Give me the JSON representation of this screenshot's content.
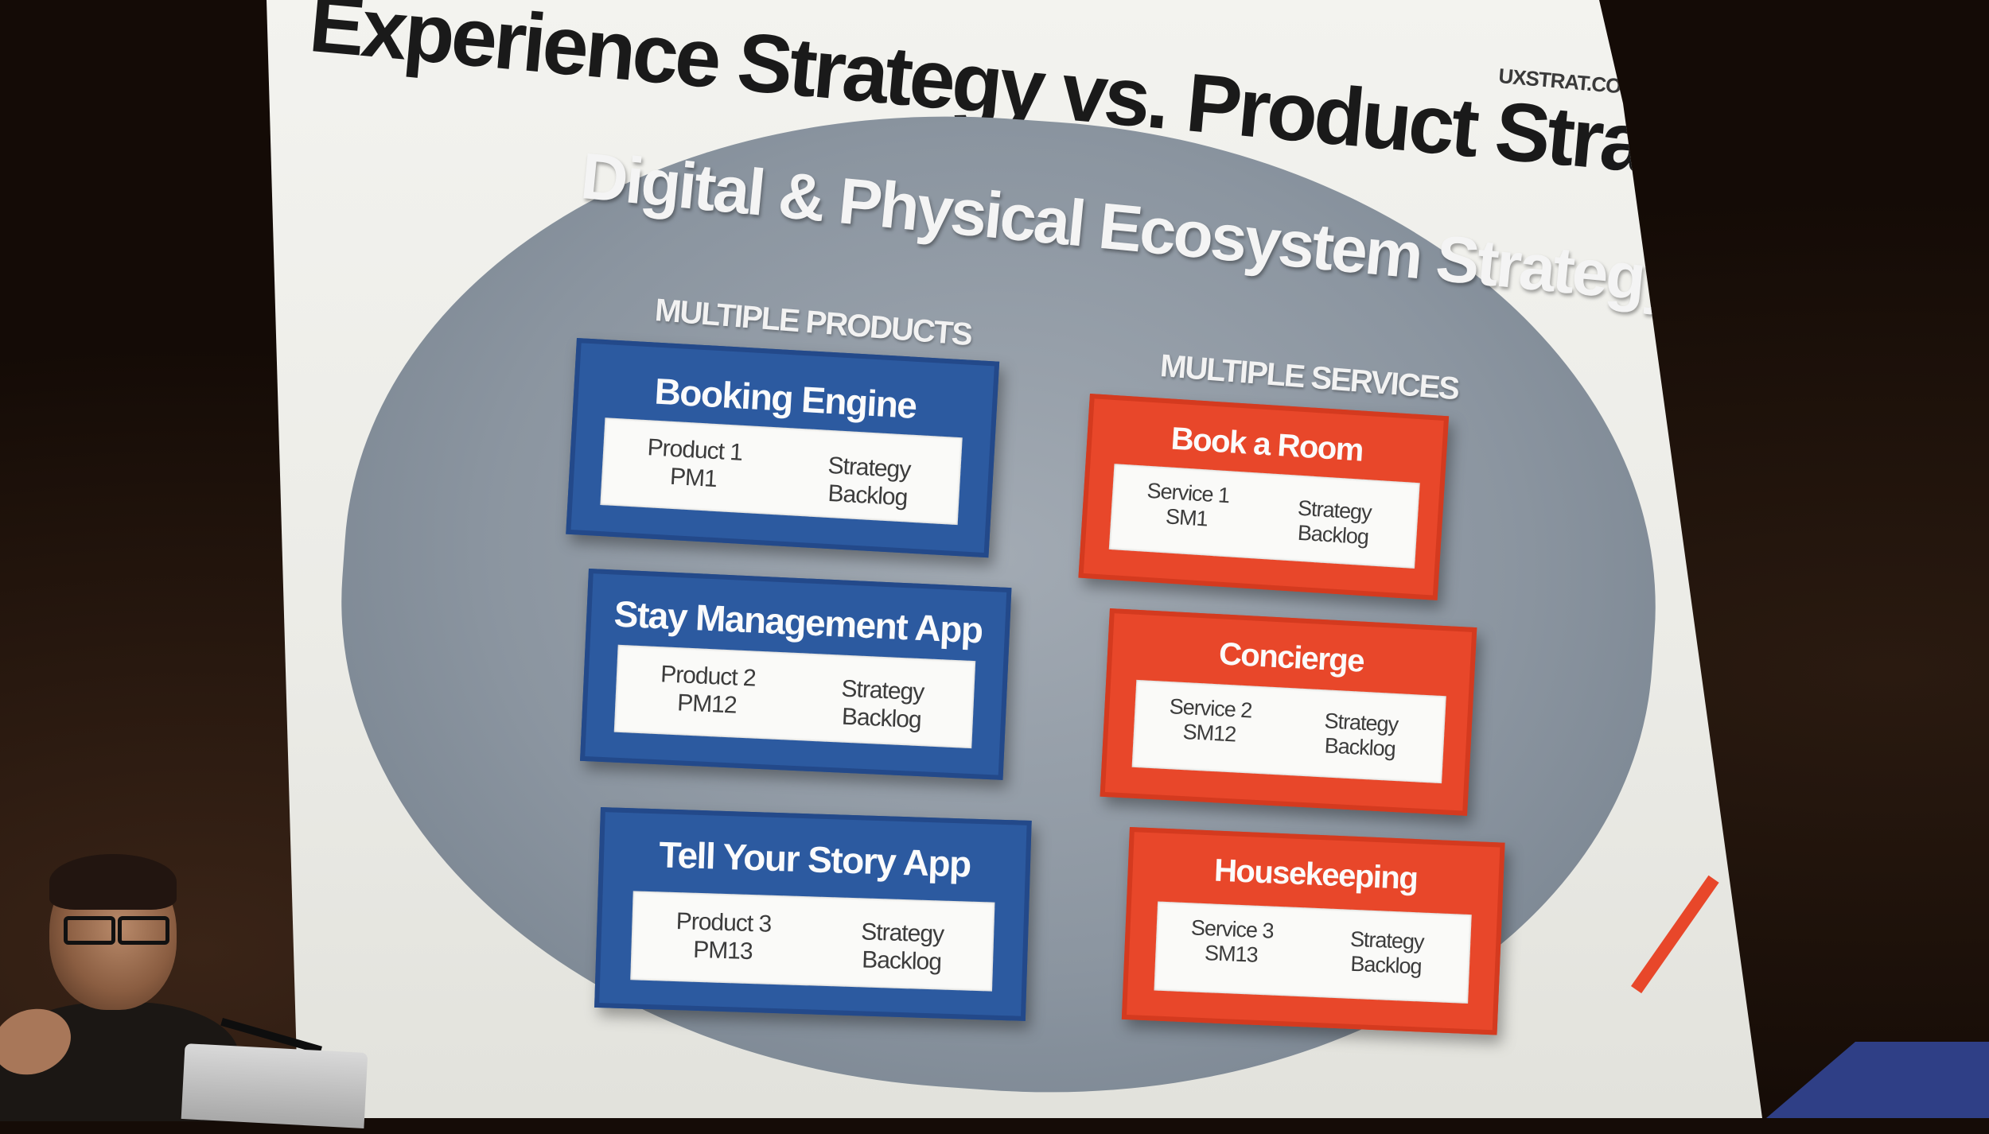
{
  "slide": {
    "title": "Experience Strategy vs. Product Strategy",
    "site": "UXSTRAT.COM",
    "ecosystem_title": "Digital & Physical Ecosystem Strategy",
    "products_heading": "MULTIPLE PRODUCTS",
    "services_heading": "MULTIPLE SERVICES",
    "products": [
      {
        "name": "Booking Engine",
        "owner_line1": "Product 1",
        "owner_line2": "PM1",
        "strategy_line1": "Strategy",
        "strategy_line2": "Backlog"
      },
      {
        "name": "Stay Management App",
        "owner_line1": "Product 2",
        "owner_line2": "PM12",
        "strategy_line1": "Strategy",
        "strategy_line2": "Backlog"
      },
      {
        "name": "Tell Your Story App",
        "owner_line1": "Product 3",
        "owner_line2": "PM13",
        "strategy_line1": "Strategy",
        "strategy_line2": "Backlog"
      }
    ],
    "services": [
      {
        "name": "Book a Room",
        "owner_line1": "Service 1",
        "owner_line2": "SM1",
        "strategy_line1": "Strategy",
        "strategy_line2": "Backlog"
      },
      {
        "name": "Concierge",
        "owner_line1": "Service 2",
        "owner_line2": "SM12",
        "strategy_line1": "Strategy",
        "strategy_line2": "Backlog"
      },
      {
        "name": "Housekeeping",
        "owner_line1": "Service 3",
        "owner_line2": "SM13",
        "strategy_line1": "Strategy",
        "strategy_line2": "Backlog"
      }
    ]
  },
  "colors": {
    "product_blue": "#2c5aa0",
    "service_orange": "#e8472a",
    "ecosystem_gray": "#8b95a0"
  }
}
